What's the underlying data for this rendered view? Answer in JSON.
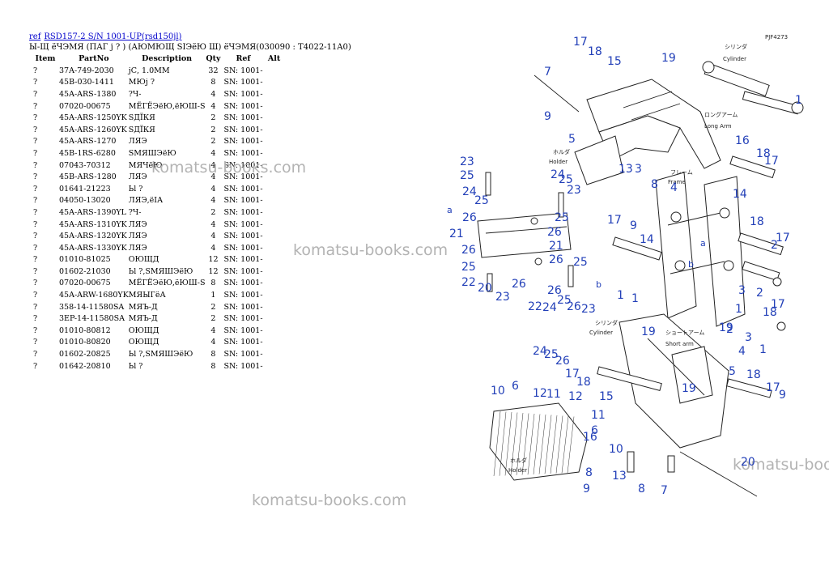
{
  "header": {
    "link_ref": "ref",
    "link_model": "RSD157-2 S/N 1001-UP(rsd150jl)",
    "subtitle": "Ы-Щ ёЧЭМЯ (ПАГ j ? ) (АЮМЮЩ SIЭёЮ Ш) ёЧЭМЯ(030090 : T4022-11A0)"
  },
  "columns": {
    "item": "Item",
    "partno": "PartNo",
    "description": "Description",
    "qty": "Qty",
    "ref": "Ref",
    "alt": "Alt"
  },
  "rows": [
    {
      "item": "?",
      "partno": "37A-749-2030",
      "description": "јС, 1.0MM",
      "qty": "32",
      "ref": "SN: 1001-"
    },
    {
      "item": "?",
      "partno": "45B-030-1411",
      "description": "МЮј ?",
      "qty": "8",
      "ref": "SN: 1001-"
    },
    {
      "item": "?",
      "partno": "45A-ARS-1380",
      "description": "?Ч-",
      "qty": "4",
      "ref": "SN: 1001-"
    },
    {
      "item": "?",
      "partno": "07020-00675",
      "description": "МЁГЁЭёЮ,ёЮШ-S",
      "qty": "4",
      "ref": "SN: 1001-"
    },
    {
      "item": "?",
      "partno": "45A-ARS-1250YK",
      "description": "SДЇКЯ",
      "qty": "2",
      "ref": "SN: 1001-"
    },
    {
      "item": "?",
      "partno": "45A-ARS-1260YK",
      "description": "SДЇКЯ",
      "qty": "2",
      "ref": "SN: 1001-"
    },
    {
      "item": "?",
      "partno": "45A-ARS-1270",
      "description": "ЛЯЭ",
      "qty": "2",
      "ref": "SN: 1001-"
    },
    {
      "item": "?",
      "partno": "45B-1RS-6280",
      "description": "SМЯШЭёЮ",
      "qty": "4",
      "ref": "SN: 1001-"
    },
    {
      "item": "?",
      "partno": "07043-70312",
      "description": "МЯЧёЮ",
      "qty": "4",
      "ref": "SN: 1001-"
    },
    {
      "item": "?",
      "partno": "45B-ARS-1280",
      "description": "ЛЯЭ",
      "qty": "4",
      "ref": "SN: 1001-"
    },
    {
      "item": "?",
      "partno": "01641-21223",
      "description": "Ьl ?",
      "qty": "4",
      "ref": "SN: 1001-"
    },
    {
      "item": "?",
      "partno": "04050-13020",
      "description": "ЛЯЭ,ёIА",
      "qty": "4",
      "ref": "SN: 1001-"
    },
    {
      "item": "?",
      "partno": "45A-ARS-1390YL",
      "description": "?Ч-",
      "qty": "2",
      "ref": "SN: 1001-"
    },
    {
      "item": "?",
      "partno": "45A-ARS-1310YK",
      "description": "ЛЯЭ",
      "qty": "4",
      "ref": "SN: 1001-"
    },
    {
      "item": "?",
      "partno": "45A-ARS-1320YK",
      "description": "ЛЯЭ",
      "qty": "4",
      "ref": "SN: 1001-"
    },
    {
      "item": "?",
      "partno": "45A-ARS-1330YK",
      "description": "ЛЯЭ",
      "qty": "4",
      "ref": "SN: 1001-"
    },
    {
      "item": "?",
      "partno": "01010-81025",
      "description": "ОЮЩД",
      "qty": "12",
      "ref": "SN: 1001-"
    },
    {
      "item": "?",
      "partno": "01602-21030",
      "description": "Ьl ?,SМЯШЭёЮ",
      "qty": "12",
      "ref": "SN: 1001-"
    },
    {
      "item": "?",
      "partno": "07020-00675",
      "description": "МЁГЁЭёЮ,ёЮШ-S",
      "qty": "8",
      "ref": "SN: 1001-"
    },
    {
      "item": "?",
      "partno": "45A-ARW-1680YK",
      "description": "МЯЫГёА",
      "qty": "1",
      "ref": "SN: 1001-"
    },
    {
      "item": "?",
      "partno": "358-14-11580SA",
      "description": "МЯЪ-Д",
      "qty": "2",
      "ref": "SN: 1001-"
    },
    {
      "item": "?",
      "partno": "3EP-14-11580SA",
      "description": "МЯЪ-Д",
      "qty": "2",
      "ref": "SN: 1001-"
    },
    {
      "item": "?",
      "partno": "01010-80812",
      "description": "ОЮЩД",
      "qty": "4",
      "ref": "SN: 1001-"
    },
    {
      "item": "?",
      "partno": "01010-80820",
      "description": "ОЮЩД",
      "qty": "4",
      "ref": "SN: 1001-"
    },
    {
      "item": "?",
      "partno": "01602-20825",
      "description": "Ьl ?,SМЯШЭёЮ",
      "qty": "8",
      "ref": "SN: 1001-"
    },
    {
      "item": "?",
      "partno": "01642-20810",
      "description": "Ьl ?",
      "qty": "8",
      "ref": "SN: 1001-"
    }
  ],
  "watermarks": [
    "komatsu-books.com",
    "komatsu-books.com",
    "komatsu-books.com",
    "komatsu-books.com"
  ],
  "diagram": {
    "drawing_code": "PJF4273",
    "labels": {
      "cylinder_top_jp": "シリンダ",
      "cylinder_top": "Cylinder",
      "long_arm_jp": "ロングアーム",
      "long_arm": "Long Arm",
      "holder_left_jp": "ホルダ",
      "holder_left": "Holder",
      "frame_jp": "フレーム",
      "frame": "Frame",
      "cylinder_mid_jp": "シリンダ",
      "cylinder_mid": "Cylinder",
      "short_arm_jp": "ショートアーム",
      "short_arm": "Short arm",
      "holder_bottom_jp": "ホルダ",
      "holder_bottom": "Holder",
      "a": "a",
      "b": "b"
    },
    "callouts": [
      "17",
      "18",
      "15",
      "19",
      "1",
      "7",
      "9",
      "5",
      "16",
      "18",
      "17",
      "13",
      "3",
      "8",
      "23",
      "25",
      "24",
      "25",
      "26",
      "21",
      "26",
      "25",
      "22",
      "20",
      "23",
      "26",
      "25",
      "24",
      "23",
      "25",
      "26",
      "21",
      "26",
      "25",
      "23",
      "24",
      "22",
      "26",
      "25",
      "26",
      "17",
      "9",
      "14",
      "19",
      "4",
      "14",
      "18",
      "17",
      "2",
      "3",
      "2",
      "1",
      "18",
      "17",
      "1",
      "1",
      "19",
      "2",
      "3",
      "4",
      "1",
      "24",
      "25",
      "26",
      "17",
      "18",
      "15",
      "16",
      "19",
      "18",
      "17",
      "9",
      "10",
      "6",
      "12",
      "11",
      "12",
      "11",
      "6",
      "10",
      "8",
      "13",
      "8",
      "7",
      "9",
      "5",
      "20",
      "3"
    ]
  }
}
